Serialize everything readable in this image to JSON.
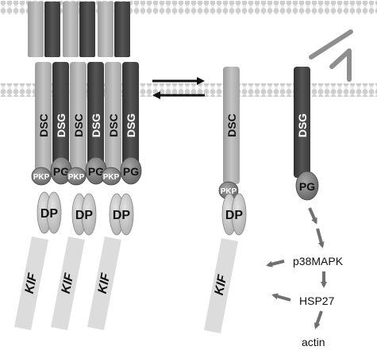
{
  "labels": {
    "dsc": "DSC",
    "dsg": "DSG",
    "pkp": "PKP",
    "pg": "PG",
    "dp": "DP",
    "kif": "KIF"
  },
  "pathway": {
    "step1": "p38MAPK",
    "step2": "HSP27",
    "step3": "actin"
  },
  "colors": {
    "dsc_light": "#b8b8b8",
    "dsg_dark": "#4d4d4d",
    "membrane_bead": "#cfcfcf",
    "plaque_mid": "#7a7a7a",
    "kif_pale": "#dddddd",
    "antibody": "#909090",
    "arrow": "#707070"
  }
}
